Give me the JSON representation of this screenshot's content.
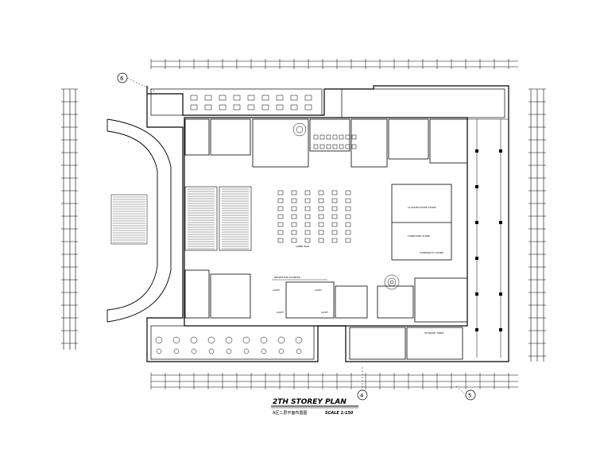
{
  "drawing": {
    "title": "2TH  STOREY  PLAN",
    "subtitle_cn": "A区二层平面布置图",
    "scale": "SCALE 1:150"
  },
  "gridlines": {
    "top_callout": "6",
    "bottom_callouts": [
      "4",
      "5"
    ]
  },
  "room_labels": {
    "reception": "RECEPTION COUNTER",
    "lobby_bar": "LOBBY BAR",
    "classification_store": "CLASSIFICATION STORE",
    "furniture_store": "FURNITURE STORE",
    "commodity_store": "COMMODITY STORE",
    "storage": "STORAGE TABLE",
    "light_1": "LIGHT",
    "light_2": "LIGHT",
    "light_3": "LIGHT",
    "light_4": "LIGHT"
  },
  "colors": {
    "line": "#000000",
    "hatch": "#333333",
    "background": "#ffffff"
  }
}
